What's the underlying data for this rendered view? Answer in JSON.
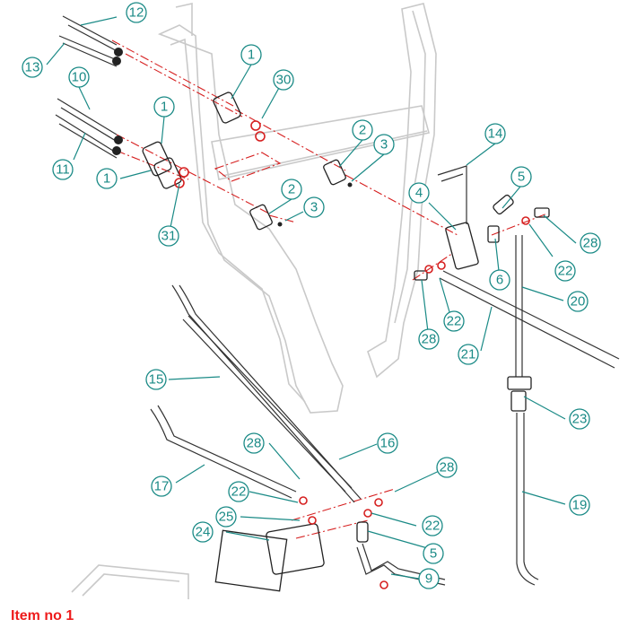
{
  "caption": "Item no 1",
  "callouts": [
    {
      "label": "1"
    },
    {
      "label": "1"
    },
    {
      "label": "1"
    },
    {
      "label": "2"
    },
    {
      "label": "2"
    },
    {
      "label": "3"
    },
    {
      "label": "3"
    },
    {
      "label": "4"
    },
    {
      "label": "5"
    },
    {
      "label": "5"
    },
    {
      "label": "6"
    },
    {
      "label": "9"
    },
    {
      "label": "10"
    },
    {
      "label": "11"
    },
    {
      "label": "12"
    },
    {
      "label": "13"
    },
    {
      "label": "14"
    },
    {
      "label": "15"
    },
    {
      "label": "16"
    },
    {
      "label": "17"
    },
    {
      "label": "19"
    },
    {
      "label": "20"
    },
    {
      "label": "21"
    },
    {
      "label": "22"
    },
    {
      "label": "22"
    },
    {
      "label": "22"
    },
    {
      "label": "22"
    },
    {
      "label": "23"
    },
    {
      "label": "24"
    },
    {
      "label": "25"
    },
    {
      "label": "28"
    },
    {
      "label": "28"
    },
    {
      "label": "28"
    },
    {
      "label": "28"
    },
    {
      "label": "30"
    },
    {
      "label": "31"
    }
  ],
  "colors": {
    "callout": "#1a8a86",
    "centerline": "#d62020",
    "caption": "#ee1c1c"
  }
}
